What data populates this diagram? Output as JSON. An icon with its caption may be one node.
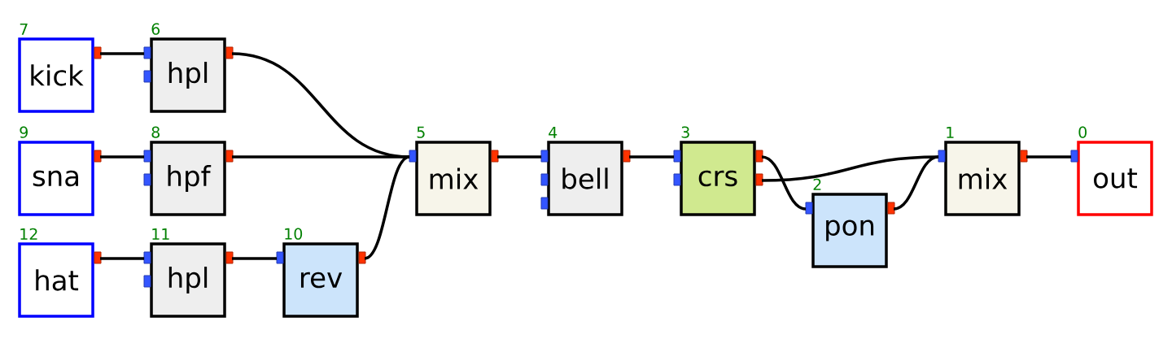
{
  "diagram": {
    "nodes": [
      {
        "text": [
          "kick"
        ],
        "beside": [
          "7"
        ]
      },
      {
        "text": [
          "hpl"
        ],
        "beside": [
          "6"
        ]
      },
      {
        "text": [
          "sna"
        ],
        "beside": [
          "9"
        ]
      },
      {
        "text": [
          "hpf"
        ],
        "beside": [
          "8"
        ]
      },
      {
        "text": [
          "hat"
        ],
        "beside": [
          "12"
        ]
      },
      {
        "text": [
          "hpl"
        ],
        "beside": [
          "11"
        ]
      },
      {
        "text": [
          "rev"
        ],
        "beside": [
          "10"
        ]
      },
      {
        "text": [
          "mix"
        ],
        "beside": [
          "5"
        ]
      },
      {
        "text": [
          "bell"
        ],
        "beside": [
          "4"
        ]
      },
      {
        "text": [
          "crs"
        ],
        "beside": [
          "3"
        ]
      },
      {
        "text": [
          "pon"
        ],
        "beside": [
          "2"
        ]
      },
      {
        "text": [
          "mix"
        ],
        "beside": [
          "1"
        ]
      },
      {
        "text": [
          "out"
        ],
        "beside": [
          "0"
        ]
      }
    ],
    "edges": [
      {
        "from": 0,
        "to": 1,
        "arrow": "none"
      },
      {
        "from": 2,
        "to": 3,
        "arrow": "none"
      },
      {
        "from": 4,
        "to": 5,
        "arrow": "none"
      },
      {
        "from": 5,
        "to": 6,
        "arrow": "none"
      },
      {
        "from": 1,
        "to": 7,
        "arrow": "none"
      },
      {
        "from": 3,
        "to": 7,
        "arrow": "none"
      },
      {
        "from": 6,
        "to": 7,
        "arrow": "none"
      },
      {
        "from": 7,
        "to": 8,
        "arrow": "none"
      },
      {
        "from": 8,
        "to": 9,
        "arrow": "none"
      },
      {
        "from": 9,
        "to": 10,
        "arrow": "none"
      },
      {
        "from": 9,
        "to": 11,
        "arrow": "none"
      },
      {
        "from": 10,
        "to": 11,
        "arrow": "none"
      },
      {
        "from": 11,
        "to": 12,
        "arrow": "none"
      }
    ]
  }
}
